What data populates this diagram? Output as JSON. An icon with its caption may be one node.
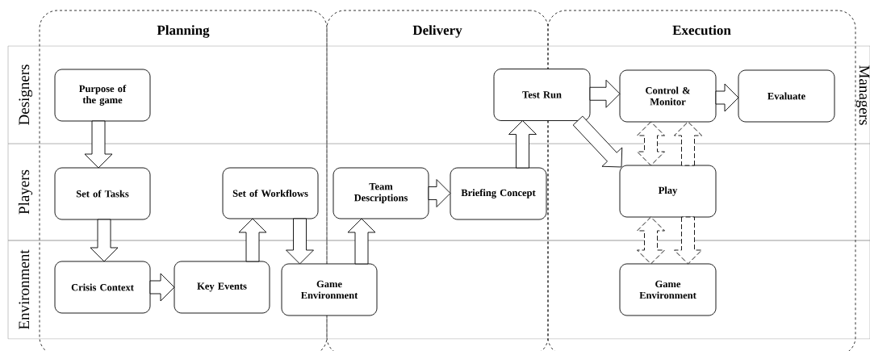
{
  "diagram": {
    "nodes": [
      {
        "text": [
          "Planning"
        ]
      },
      {
        "text": [
          "Delivery"
        ]
      },
      {
        "text": [
          "Execution"
        ]
      },
      {
        "text": [
          "Designers"
        ]
      },
      {
        "text": [
          "Players"
        ]
      },
      {
        "text": [
          "Environment"
        ]
      },
      {
        "text": [
          "Purpose of the game"
        ]
      },
      {
        "text": [
          "Test Run"
        ],
        "in": 3
      },
      {
        "text": [
          "Control & Monitor"
        ]
      },
      {
        "text": [
          "Evaluate"
        ]
      },
      {
        "text": [
          "Set of Tasks"
        ]
      },
      {
        "text": [
          "Set of Workflows"
        ]
      },
      {
        "text": [
          "Team Descriptions"
        ]
      },
      {
        "text": [
          "Briefing Concept"
        ]
      },
      {
        "text": [
          "Play"
        ]
      },
      {
        "text": [
          "Crisis Context"
        ]
      },
      {
        "text": [
          "Key Events"
        ]
      },
      {
        "text": [
          "Game Environment"
        ],
        "in": 5
      },
      {
        "text": [
          "Game Environment"
        ]
      }
    ],
    "edges": [
      {
        "from": 6,
        "to": 10,
        "arrow": "to"
      },
      {
        "from": 10,
        "to": 15,
        "arrow": "to"
      },
      {
        "from": 15,
        "to": 16,
        "arrow": "to"
      },
      {
        "from": 16,
        "to": 11,
        "arrow": "to"
      },
      {
        "from": 11,
        "to": 17,
        "arrow": "to"
      },
      {
        "from": 17,
        "to": 12,
        "arrow": "to"
      },
      {
        "from": 12,
        "to": 13,
        "arrow": "to"
      },
      {
        "from": 13,
        "to": 7,
        "arrow": "to"
      },
      {
        "from": 7,
        "to": 8,
        "arrow": "to"
      },
      {
        "from": 8,
        "to": 9,
        "arrow": "to"
      },
      {
        "from": 7,
        "to": 14,
        "arrow": "to"
      },
      {
        "from": 8,
        "to": 14,
        "arrow": "both",
        "style": "dashed"
      },
      {
        "from": 14,
        "to": 8,
        "arrow": "to",
        "style": "dashed"
      },
      {
        "from": 14,
        "to": 18,
        "arrow": "both",
        "style": "dashed"
      },
      {
        "from": 14,
        "to": 18,
        "arrow": "to",
        "style": "dashed"
      }
    ],
    "labels": [
      "Managers"
    ]
  }
}
